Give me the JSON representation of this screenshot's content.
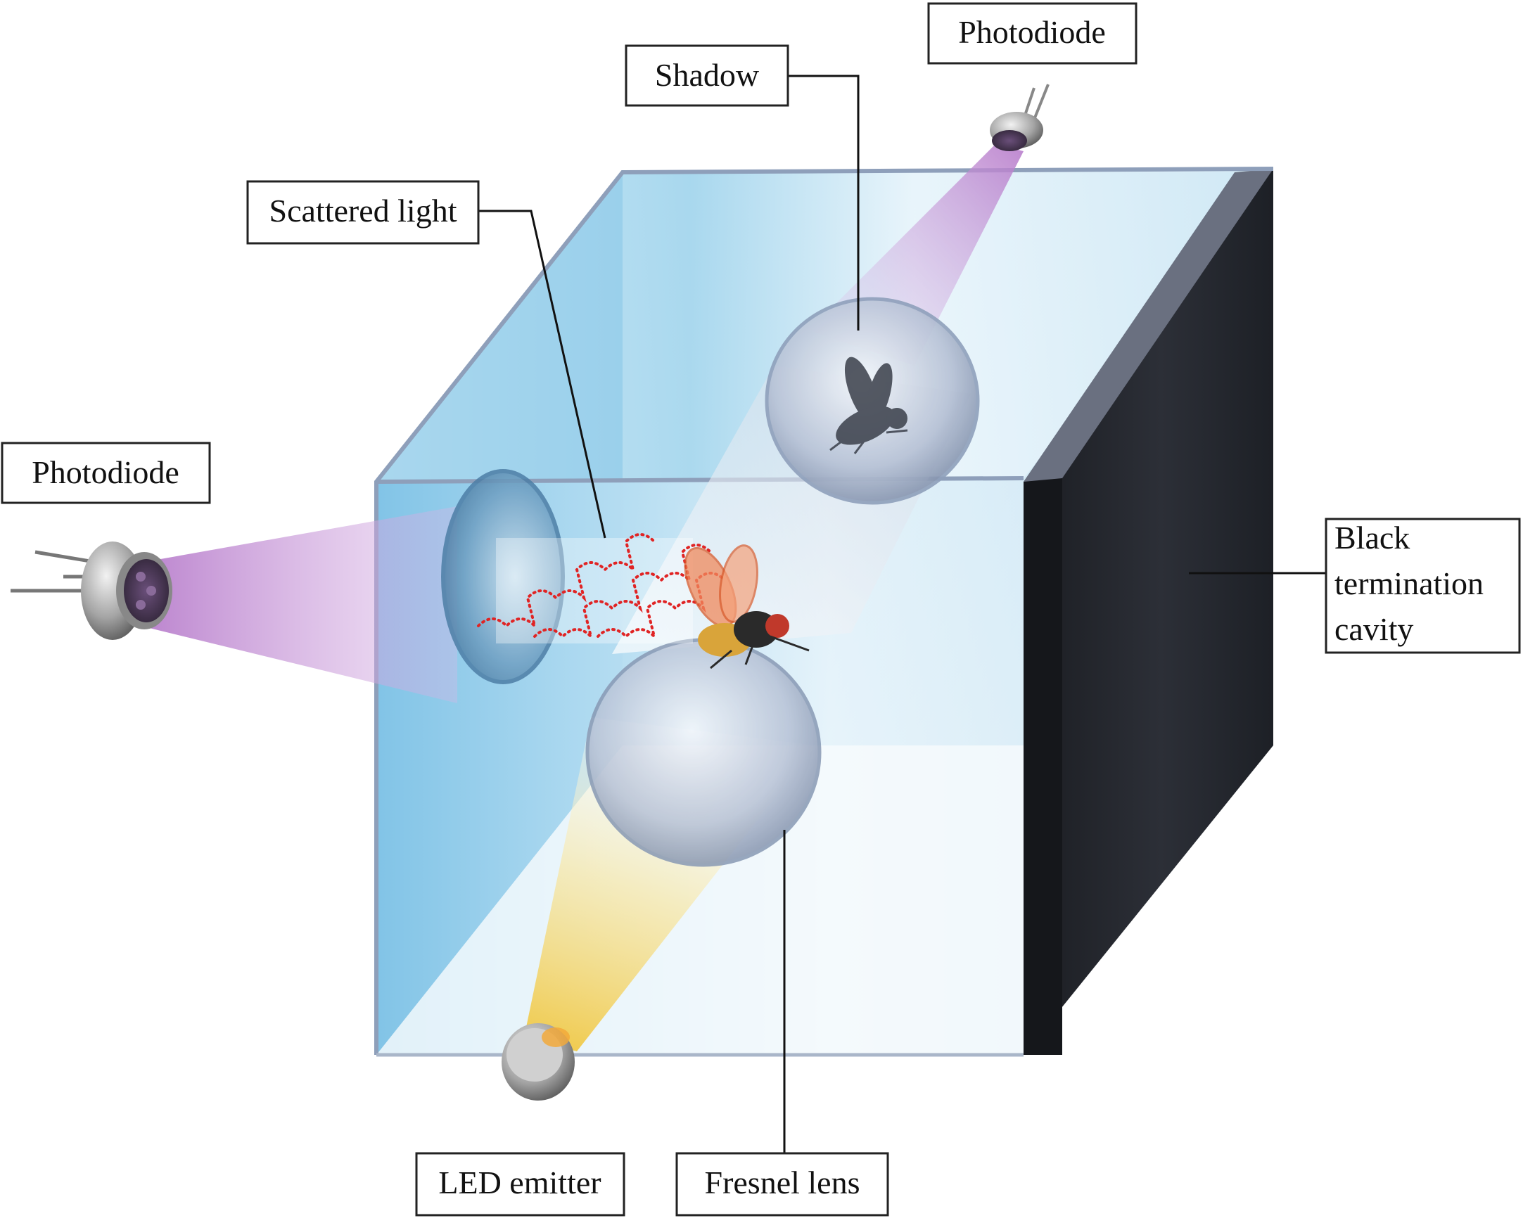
{
  "labels": {
    "photodiode_top": "Photodiode",
    "shadow": "Shadow",
    "scattered_light": "Scattered light",
    "photodiode_left": "Photodiode",
    "black_termination_line1": "Black",
    "black_termination_line2": "termination",
    "black_termination_line3": "cavity",
    "led_emitter": "LED emitter",
    "fresnel_lens": "Fresnel lens"
  },
  "colors": {
    "glass_blue": "#8fcde9",
    "glass_light": "#eaf5fb",
    "glass_edge": "#8e9fba",
    "black_cavity": "#23262d",
    "purple_beam": "#c99ad6",
    "yellow_beam": "#f2d25a",
    "scatter_dots": "#e02424",
    "fly_wing": "#f08a5d"
  }
}
